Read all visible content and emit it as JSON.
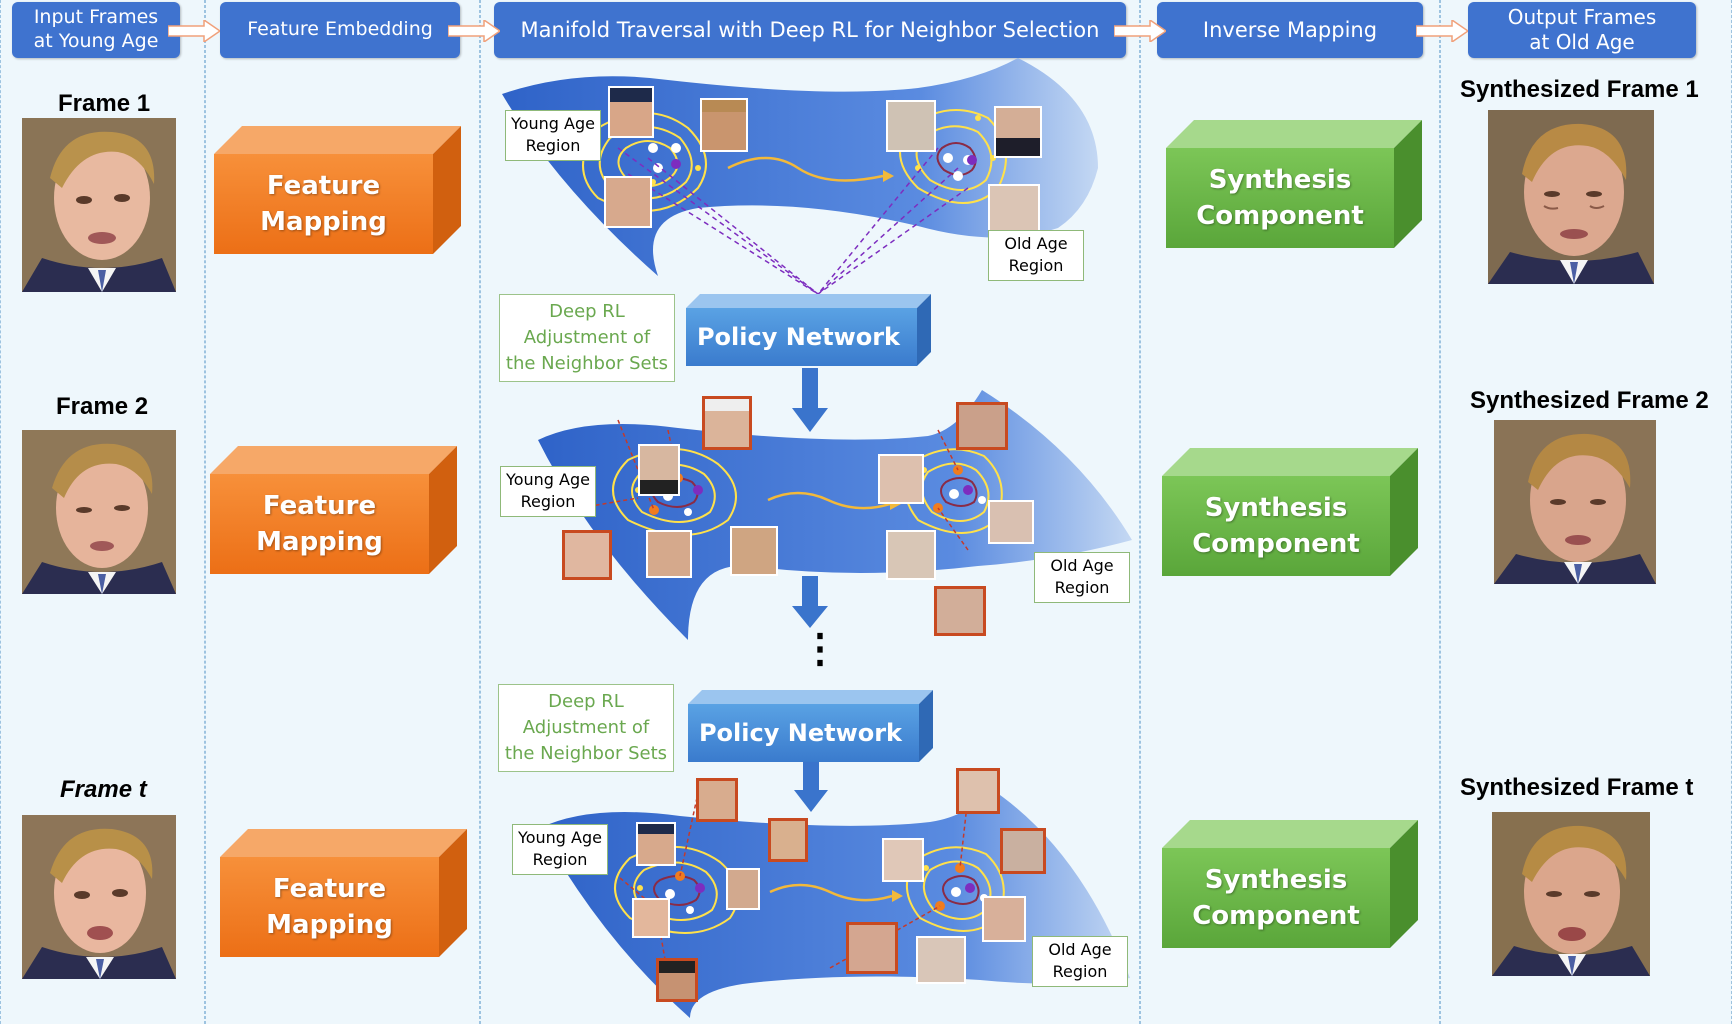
{
  "headers": {
    "input": "Input Frames\nat Young Age",
    "embed": "Feature Embedding",
    "manifold": "Manifold Traversal with Deep RL for Neighbor Selection",
    "inverse": "Inverse Mapping",
    "output": "Output Frames\nat Old Age"
  },
  "frames": [
    {
      "label": "Frame 1",
      "output_label": "Synthesized Frame 1"
    },
    {
      "label": "Frame 2",
      "output_label": "Synthesized Frame 2"
    },
    {
      "label": "Frame t",
      "output_label": "Synthesized Frame t"
    }
  ],
  "feature_mapping": "Feature\nMapping",
  "synthesis": "Synthesis\nComponent",
  "policy_network": "Policy Network",
  "rl_note": "Deep RL\nAdjustment of\nthe Neighbor Sets",
  "young_region": "Young Age\nRegion",
  "old_region": "Old Age\nRegion",
  "ellipsis": "⋮",
  "colors": {
    "header_blue": "#3f73cf",
    "manifold_blue": "#3b6fd0",
    "orange": "#f07c1f",
    "green": "#6bb548",
    "policy_blue": "#4a90d9",
    "note_green": "#6aa84f"
  }
}
